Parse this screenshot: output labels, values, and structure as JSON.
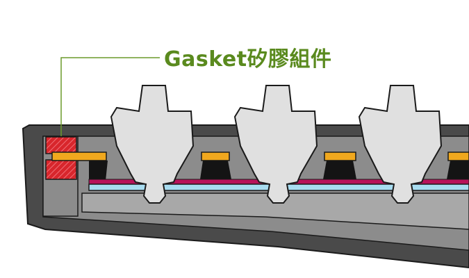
{
  "callout": {
    "label": "Gasket矽膠組件"
  },
  "colors": {
    "label_green": "#5a8a1e",
    "leader_line": "#6a9a2a",
    "case_dark": "#4a4a4a",
    "case_mid": "#8c8c8c",
    "case_light": "#a8a8a8",
    "outline": "#1a1a1a",
    "keycap_fill": "#e0e0e0",
    "plate_orange": "#f0a81e",
    "gasket_red": "#d8262c",
    "pcb_magenta": "#b8125a",
    "stab_blue": "#a8dcf0",
    "foam_black": "#141414"
  },
  "icons": {
    "gasket": "hatched-square",
    "switch": "keycap-switch-silhouette"
  }
}
